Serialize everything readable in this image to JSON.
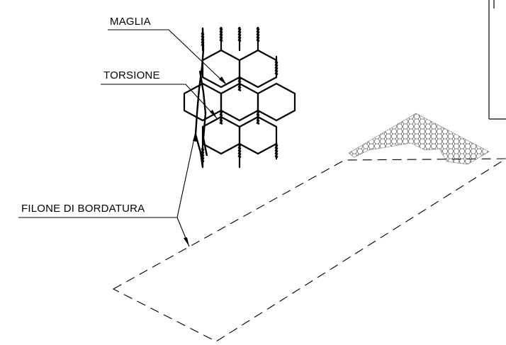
{
  "labels": {
    "mesh": "MAGLIA",
    "twist": "TORSIONE",
    "edge_wire": "FILONE DI BORDATURA"
  },
  "colors": {
    "line": "#000000",
    "mesh_fill": "#d9d9d9",
    "background": "#ffffff"
  }
}
